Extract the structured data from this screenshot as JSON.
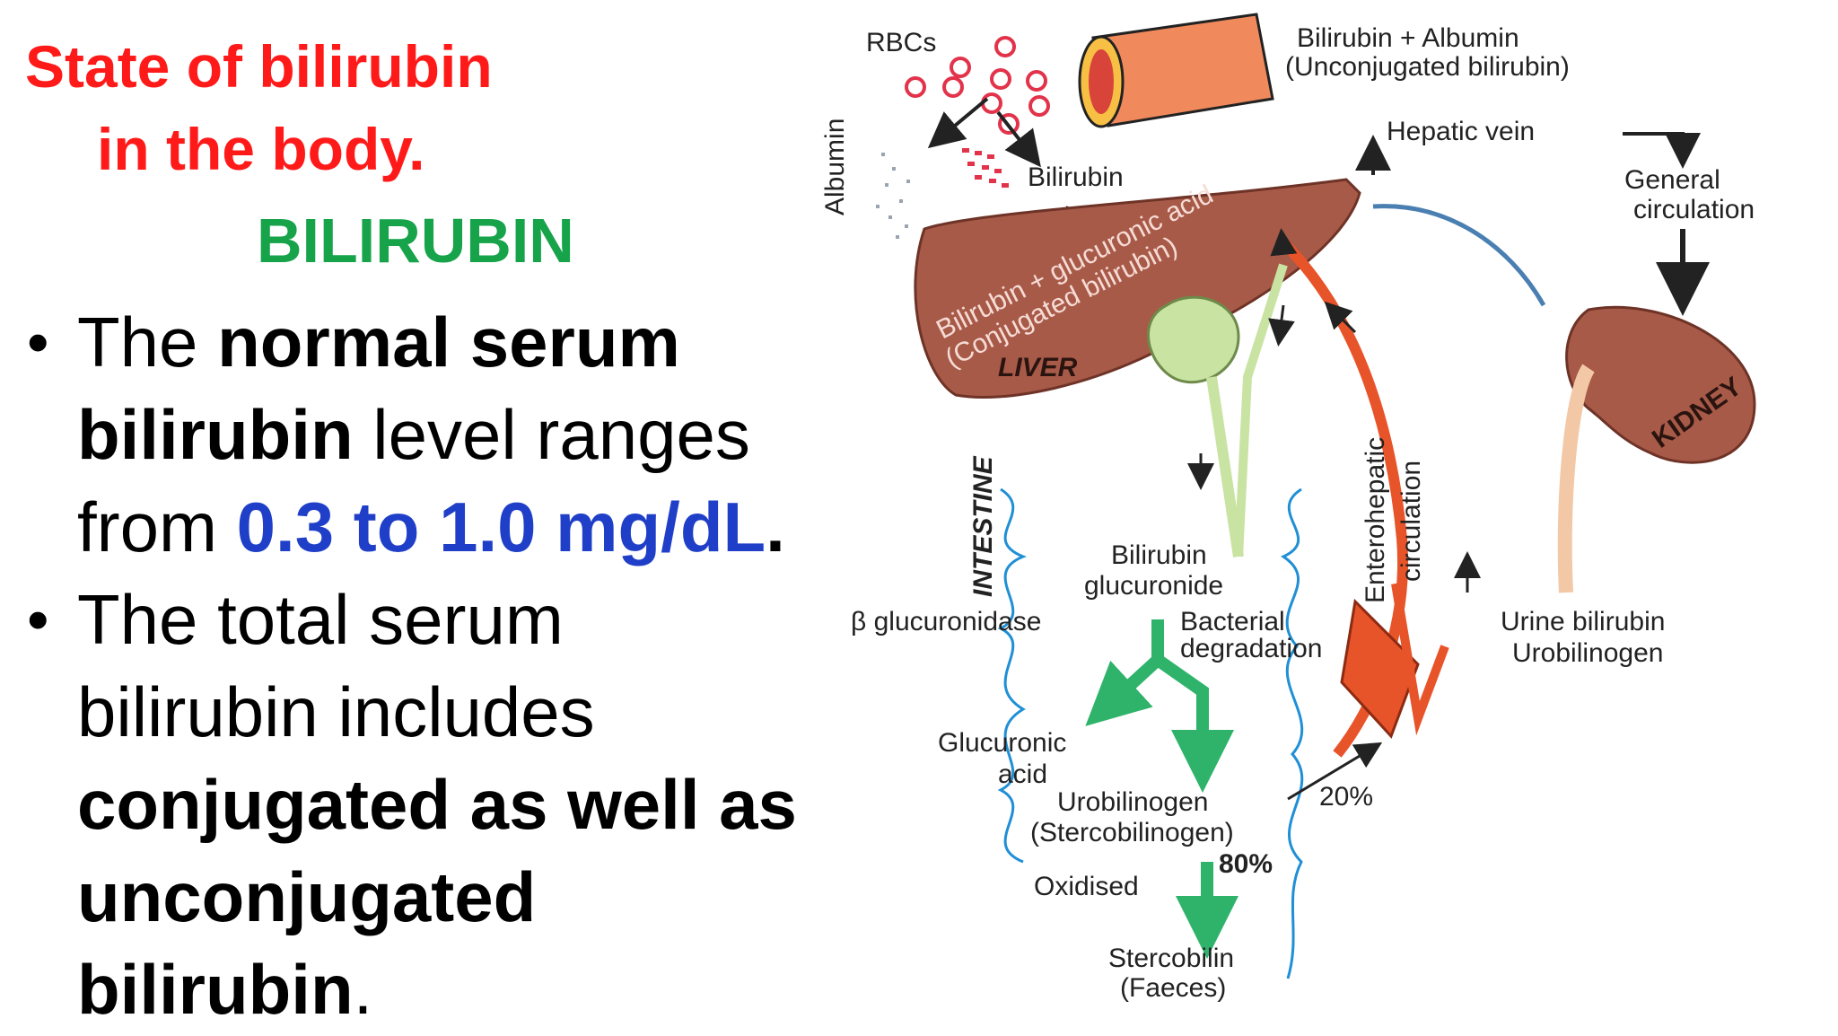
{
  "title": {
    "line1": "State of bilirubin",
    "line2": "in the body."
  },
  "heading": "BILIRUBIN",
  "bullet1": {
    "t1": "The ",
    "b1": "normal serum bilirubin",
    "t2": " level ranges from ",
    "range": "0.3 to 1.0 mg/dL",
    "end": "."
  },
  "bullet2": {
    "t1": "The total serum bilirubin includes ",
    "b1": "conjugated as well as unconjugated bilirubin",
    "end": "."
  },
  "diagram": {
    "rbcs": "RBCs",
    "vessel_label_1": "Bilirubin + Albumin",
    "vessel_label_2": "(Unconjugated bilirubin)",
    "albumin": "Albumin",
    "bilirubin": "Bilirubin",
    "hepatic_vein": "Hepatic vein",
    "general_circulation_1": "General",
    "general_circulation_2": "circulation",
    "liver_text_1": "Bilirubin + glucuronic acid",
    "liver_text_2": "(Conjugated bilirubin)",
    "liver": "LIVER",
    "kidney": "KIDNEY",
    "intestine": "INTESTINE",
    "enterohepatic_1": "Enterohepatic",
    "enterohepatic_2": "circulation",
    "bilirubin_glucuronide_1": "Bilirubin",
    "bilirubin_glucuronide_2": "glucuronide",
    "beta_glucuronidase": "β glucuronidase",
    "bacterial_1": "Bacterial",
    "bacterial_2": "degradation",
    "glucuronic_acid_1": "Glucuronic",
    "glucuronic_acid_2": "acid",
    "urobilinogen": "Urobilinogen",
    "stercobilinogen": "(Stercobilinogen)",
    "pct_20": "20%",
    "pct_80": "80%",
    "oxidised": "Oxidised",
    "stercobilin": "Stercobilin",
    "faeces": "(Faeces)",
    "urine_1": "Urine bilirubin",
    "urine_2": "Urobilinogen"
  },
  "colors": {
    "title": "#ff1a1a",
    "heading": "#16a34a",
    "range": "#1f3fc8",
    "liver": "#a85a48",
    "green_arrow": "#2fb36b",
    "vessel": "#e8542a",
    "intestine_outline": "#1f8fd6"
  }
}
